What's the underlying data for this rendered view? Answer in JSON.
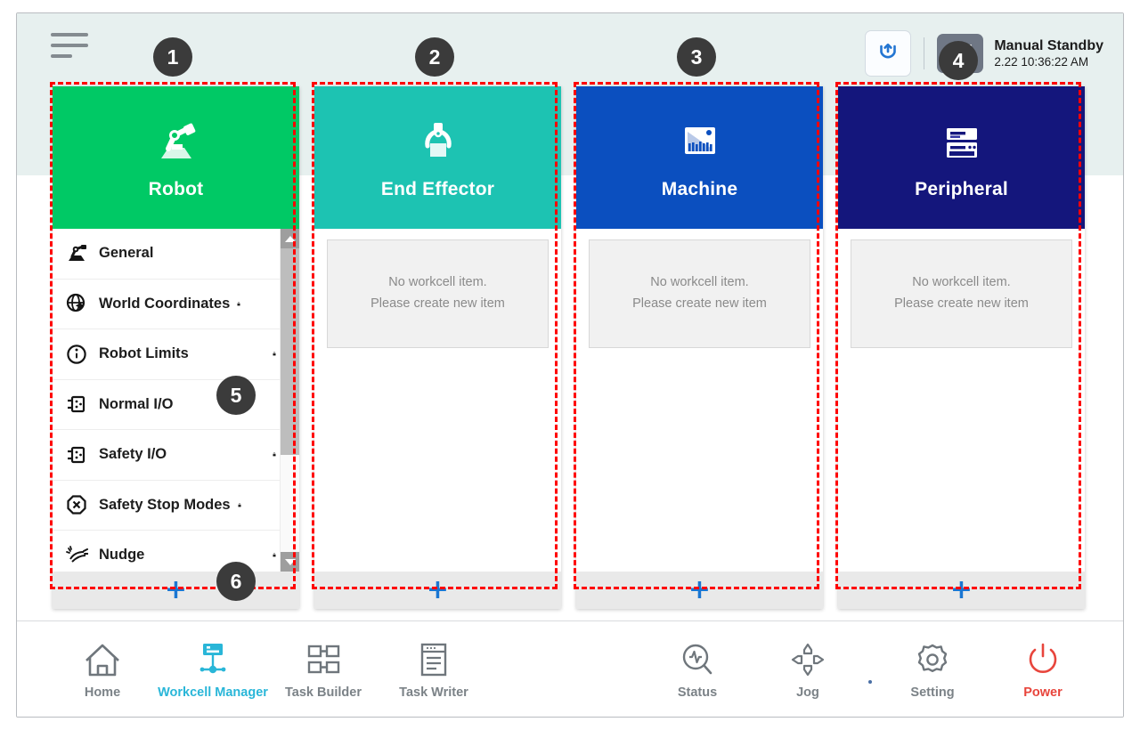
{
  "header": {
    "menu_icon": "hamburger-menu-icon",
    "reset_icon": "reset-arc-icon",
    "mode_icon": "manual-hand-icon",
    "status_title": "Manual Standby",
    "status_date": "2.22 10:36:22 AM"
  },
  "panels": [
    {
      "id": "robot",
      "title": "Robot",
      "icon": "robot-arm-icon",
      "color": "#00c965",
      "type": "list"
    },
    {
      "id": "end-effector",
      "title": "End Effector",
      "icon": "gripper-icon",
      "color": "#1dc3b2",
      "type": "empty",
      "empty_line1": "No workcell item.",
      "empty_line2": "Please create new item"
    },
    {
      "id": "machine",
      "title": "Machine",
      "icon": "machine-icon",
      "color": "#0b4fbf",
      "type": "empty",
      "empty_line1": "No workcell item.",
      "empty_line2": "Please create new item"
    },
    {
      "id": "peripheral",
      "title": "Peripheral",
      "icon": "server-rack-icon",
      "color": "#14167c",
      "type": "empty",
      "empty_line1": "No workcell item.",
      "empty_line2": "Please create new item"
    }
  ],
  "add_button_label": "+",
  "robot_list": [
    {
      "label": "General",
      "icon": "robot-arm-icon",
      "locked": false
    },
    {
      "label": "World Coordinates",
      "icon": "globe-axes-icon",
      "locked": true
    },
    {
      "label": "Robot Limits",
      "icon": "limits-circle-icon",
      "locked": true
    },
    {
      "label": "Normal I/O",
      "icon": "io-port-icon",
      "locked": false
    },
    {
      "label": "Safety I/O",
      "icon": "io-port-icon",
      "locked": true
    },
    {
      "label": "Safety Stop Modes",
      "icon": "stop-octagon-icon",
      "locked": true
    },
    {
      "label": "Nudge",
      "icon": "nudge-hand-icon",
      "locked": true
    }
  ],
  "scrollbar": {
    "up_icon": "chevron-up-icon",
    "down_icon": "chevron-down-icon"
  },
  "bottom_nav": {
    "left": [
      {
        "label": "Home",
        "icon": "home-icon",
        "active": false
      },
      {
        "label": "Workcell Manager",
        "icon": "workcell-manager-icon",
        "active": true
      },
      {
        "label": "Task Builder",
        "icon": "task-builder-icon",
        "active": false
      },
      {
        "label": "Task Writer",
        "icon": "task-writer-icon",
        "active": false
      }
    ],
    "right": [
      {
        "label": "Status",
        "icon": "status-pulse-icon",
        "active": false
      },
      {
        "label": "Jog",
        "icon": "jog-dpad-icon",
        "active": false
      },
      {
        "label": "Setting",
        "icon": "gear-icon",
        "active": false
      },
      {
        "label": "Power",
        "icon": "power-icon",
        "active": false
      }
    ]
  },
  "annotations": [
    {
      "number": "1"
    },
    {
      "number": "2"
    },
    {
      "number": "3"
    },
    {
      "number": "4"
    },
    {
      "number": "5"
    },
    {
      "number": "6"
    }
  ]
}
